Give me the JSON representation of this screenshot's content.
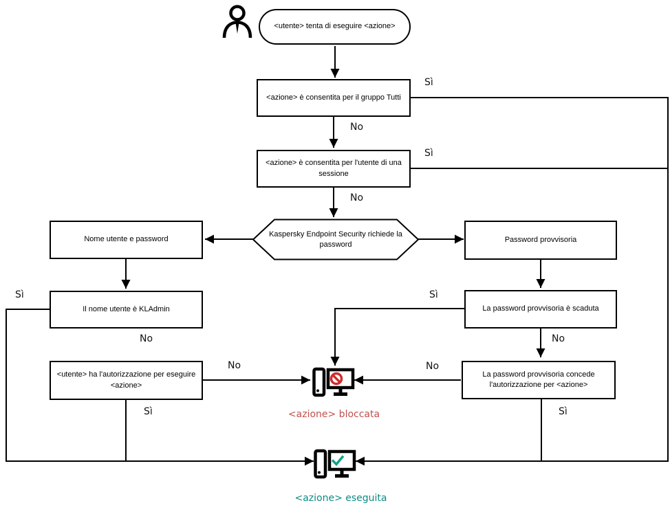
{
  "labels": {
    "yes": "Sì",
    "no": "No"
  },
  "nodes": {
    "start": "<utente> tenta di eseguire <azione>",
    "allowed_group": "<azione> è consentita per il gruppo Tutti",
    "allowed_session": "<azione> è consentita per l'utente di una sessione",
    "kes_prompt": "Kaspersky Endpoint Security richiede la password",
    "username_password": "Nome utente e password",
    "temp_password": "Password provvisoria",
    "kladmin": "Il nome utente è KLAdmin",
    "user_permission": "<utente> ha l'autorizzazione per eseguire <azione>",
    "temp_expired": "La password provvisoria è scaduta",
    "temp_grants": "La password provvisoria concede l'autorizzazione per <azione>"
  },
  "outcomes": {
    "blocked": {
      "label": "<azione> bloccata",
      "color": "#c0504d"
    },
    "executed": {
      "label": "<azione> eseguita",
      "color": "#0d8b85"
    }
  },
  "icon_colors": {
    "blocked_symbol": "#d02c2c",
    "success_symbol": "#12a287",
    "line": "#000000"
  }
}
